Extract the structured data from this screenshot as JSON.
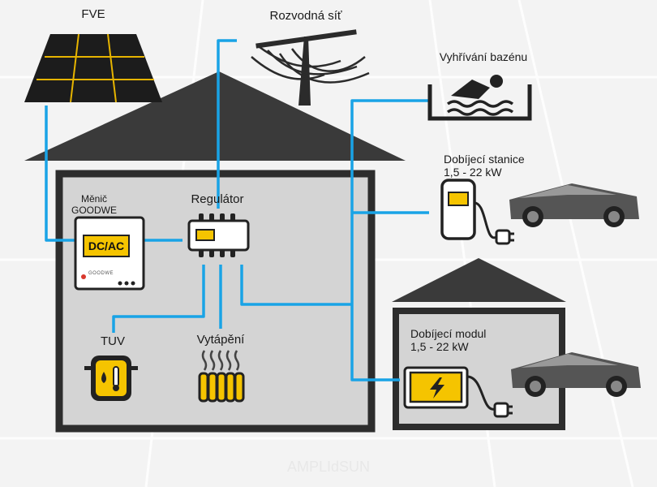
{
  "labels": {
    "fve": "FVE",
    "grid": "Rozvodná síť",
    "pool": "Vyhřívání bazénu",
    "station_title": "Dobíjecí stanice",
    "station_power": "1,5 - 22 kW",
    "inverter_title": "Měnič",
    "inverter_brand": "GOODWE",
    "inverter_display": "DC/AC",
    "inverter_logo": "GOODWE",
    "regulator": "Regulátor",
    "tuv": "TUV",
    "heating": "Vytápění",
    "module_title": "Dobíjecí modul",
    "module_power": "1,5 - 22 kW"
  },
  "watermark": "AMPLIdSUN",
  "colors": {
    "wire": "#19a3e6",
    "accent": "#f5c400",
    "house_wall": "#2d2d2d",
    "house_interior": "#d4d4d4",
    "background": "#f3f3f3"
  },
  "icons": [
    "solar-panel-icon",
    "power-pylon-icon",
    "swimmer-icon",
    "charging-station-icon",
    "electric-car-icon",
    "water-heater-icon",
    "radiator-icon",
    "charging-module-icon",
    "plug-icon"
  ]
}
